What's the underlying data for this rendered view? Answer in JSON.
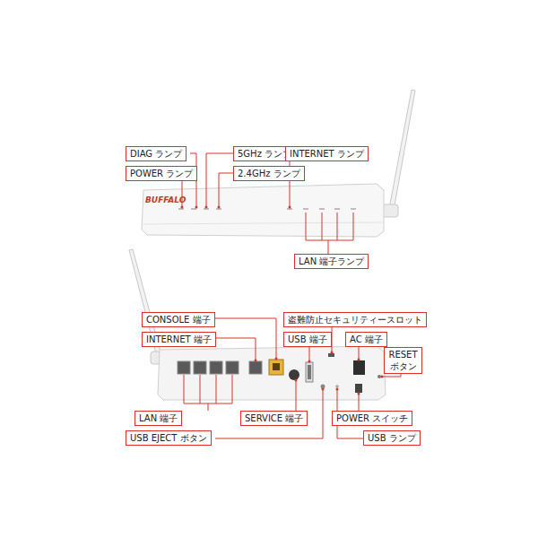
{
  "diagram": {
    "nodes": [
      {
        "text": [
          "DIAG ランプ"
        ]
      },
      {
        "text": [
          "5GHz ランプ"
        ]
      },
      {
        "text": [
          "INTERNET ランプ"
        ]
      },
      {
        "text": [
          "POWER ランプ"
        ]
      },
      {
        "text": [
          "2.4GHz ランプ"
        ]
      },
      {
        "text": [
          "LAN 端子ランプ"
        ]
      },
      {
        "text": [
          "CONSOLE 端子"
        ]
      },
      {
        "text": [
          "盗難防止セキュリティースロット"
        ]
      },
      {
        "text": [
          "INTERNET 端子"
        ]
      },
      {
        "text": [
          "USB 端子"
        ]
      },
      {
        "text": [
          "AC 端子"
        ]
      },
      {
        "text": [
          "RESET ボタン"
        ]
      },
      {
        "text": [
          "LAN 端子"
        ]
      },
      {
        "text": [
          "SERVICE 端子"
        ]
      },
      {
        "text": [
          "POWER スイッチ"
        ]
      },
      {
        "text": [
          "USB EJECT ボタン"
        ]
      },
      {
        "text": [
          "USB ランプ"
        ]
      }
    ],
    "labels": [
      "BUFFALO"
    ]
  }
}
